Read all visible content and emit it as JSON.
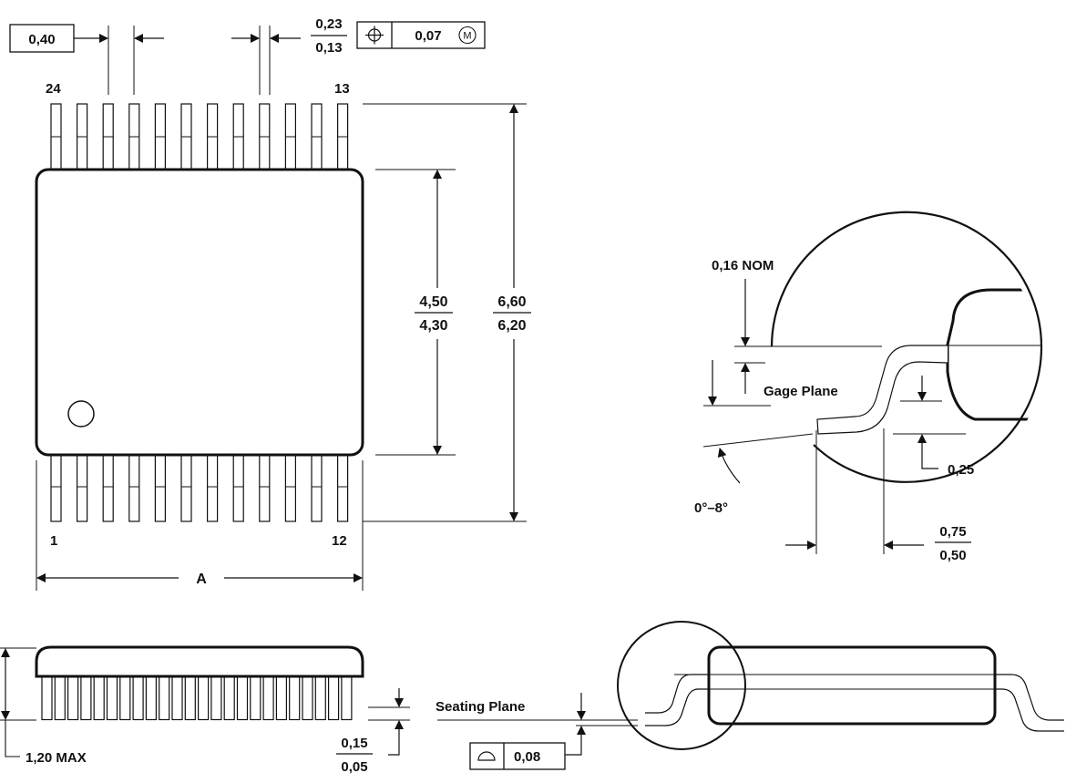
{
  "top_view": {
    "pitch_label": "0,40",
    "lead_width_max": "0,23",
    "lead_width_min": "0,13",
    "position_tolerance": "0,07",
    "position_modifier": "M",
    "pin_label_24": "24",
    "pin_label_13": "13",
    "pin_label_1": "1",
    "pin_label_12": "12",
    "body_width_max": "4,50",
    "body_width_min": "4,30",
    "overall_width_max": "6,60",
    "overall_width_min": "6,20",
    "length_label": "A",
    "leads_per_side": 12
  },
  "detail_view": {
    "lead_thickness": "0,16 NOM",
    "gage_plane_label": "Gage Plane",
    "gage_dim": "0,25",
    "angle_label": "0°–8°",
    "foot_length_max": "0,75",
    "foot_length_min": "0,50"
  },
  "side_view": {
    "height_label": "1,20 MAX",
    "standoff_max": "0,15",
    "standoff_min": "0,05",
    "seating_plane_label": "Seating Plane",
    "coplanarity": "0,08"
  }
}
